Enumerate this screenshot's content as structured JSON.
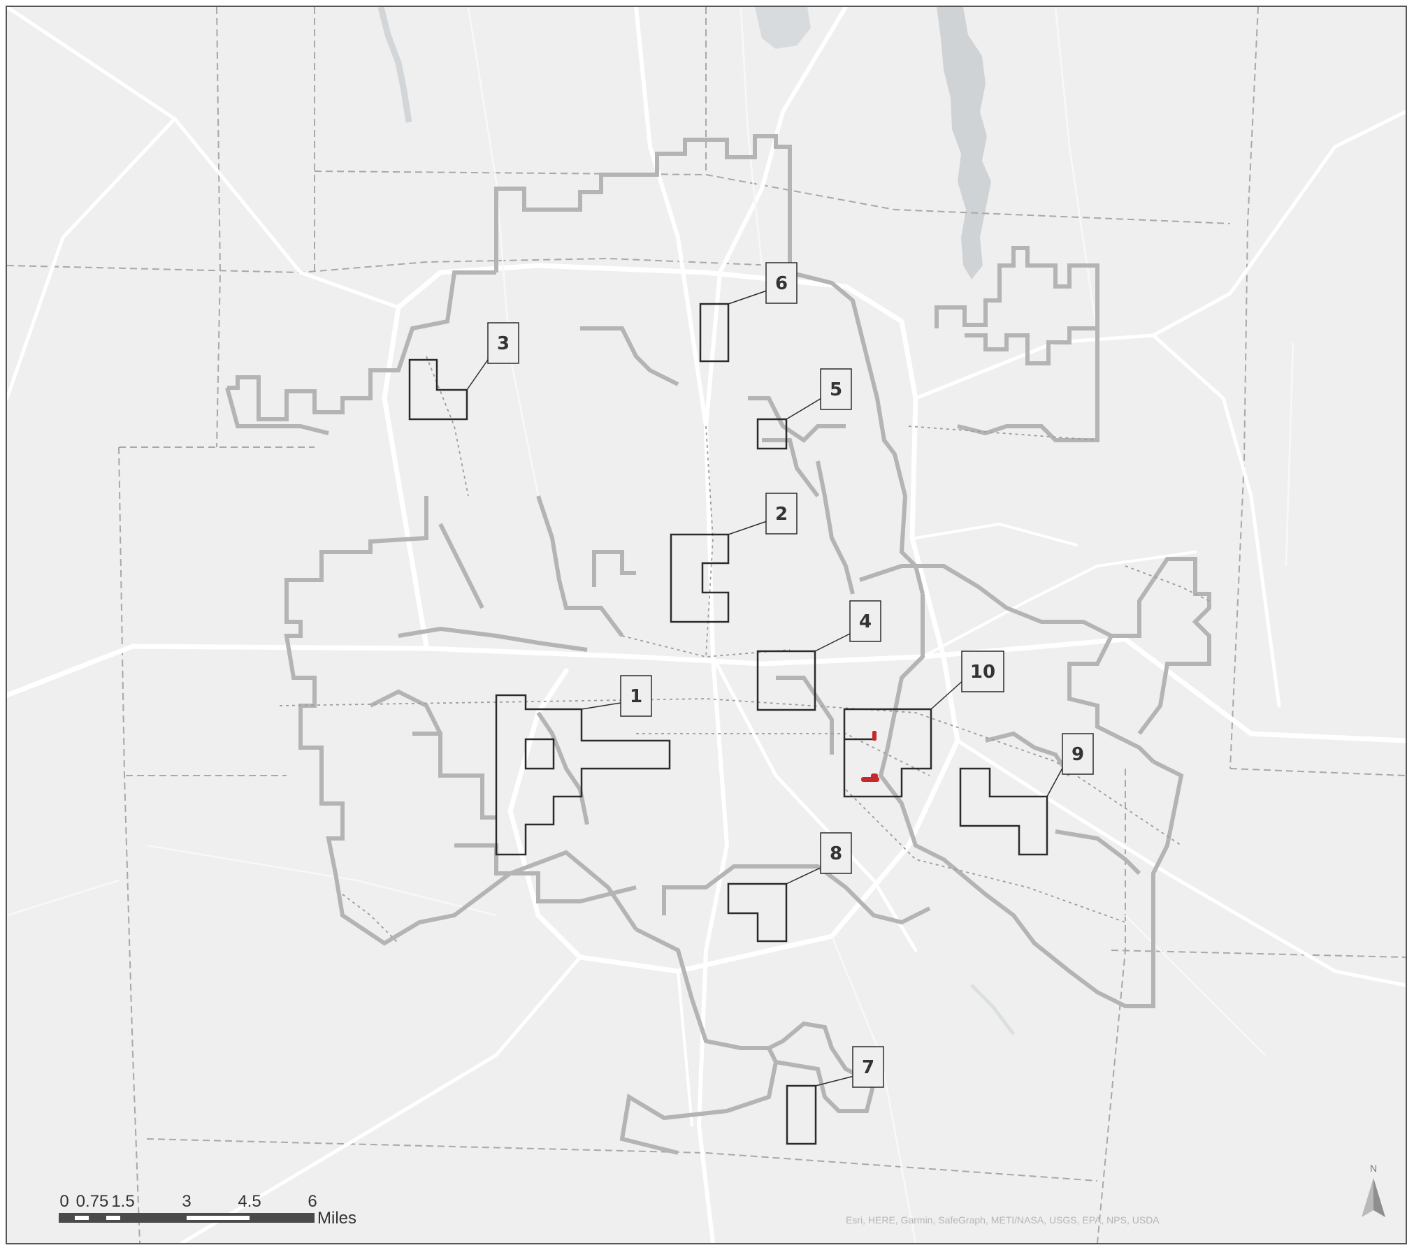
{
  "map": {
    "colors": {
      "background": "#efefef",
      "water": "#cfd3d5",
      "road_major": "#ffffff",
      "admin_boundary": "#a8a8a8",
      "city_boundary": "#b4b4b4",
      "study_area_outline": "#2b2b2b",
      "highlight": "#c8272c"
    },
    "study_areas": [
      {
        "id": "1",
        "label": "1"
      },
      {
        "id": "2",
        "label": "2"
      },
      {
        "id": "3",
        "label": "3"
      },
      {
        "id": "4",
        "label": "4"
      },
      {
        "id": "5",
        "label": "5"
      },
      {
        "id": "6",
        "label": "6"
      },
      {
        "id": "7",
        "label": "7"
      },
      {
        "id": "8",
        "label": "8"
      },
      {
        "id": "9",
        "label": "9"
      },
      {
        "id": "10",
        "label": "10"
      }
    ],
    "scale_bar": {
      "ticks": [
        "0",
        "0.75",
        "1.5",
        "3",
        "4.5",
        "6"
      ],
      "unit": "Miles"
    },
    "north_arrow": {
      "label": "N",
      "icon": "north-arrow-icon"
    },
    "attribution": "Esri, HERE, Garmin, SafeGraph, METI/NASA, USGS, EPA, NPS, USDA"
  }
}
